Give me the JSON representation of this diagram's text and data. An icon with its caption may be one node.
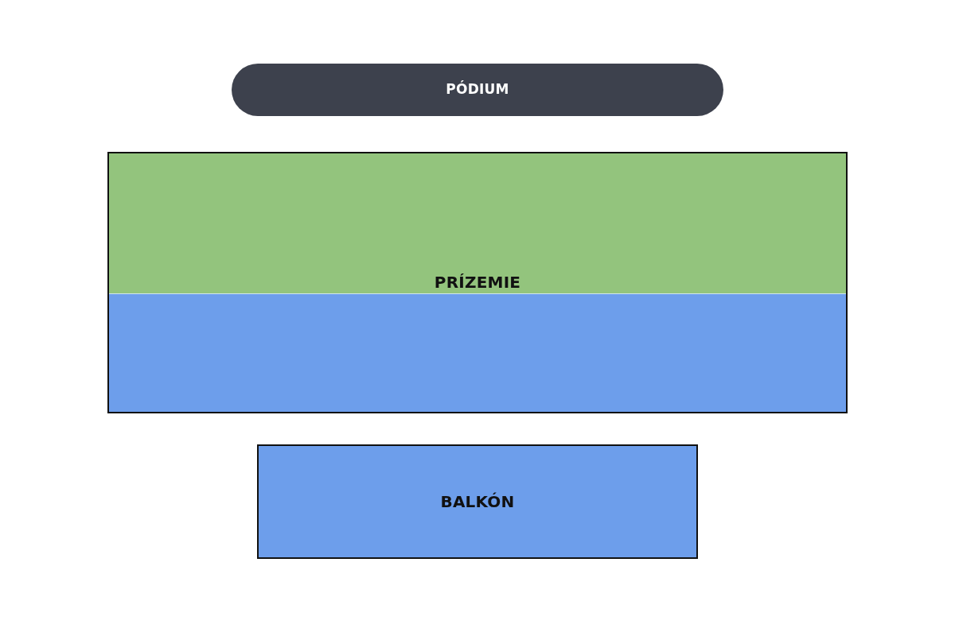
{
  "diagram": {
    "nodes": [
      {
        "text": [
          "PÓDIUM"
        ]
      },
      {
        "text": [
          "PRÍZEMIE"
        ]
      },
      {
        "text": [
          "BALKÓN"
        ]
      }
    ]
  }
}
